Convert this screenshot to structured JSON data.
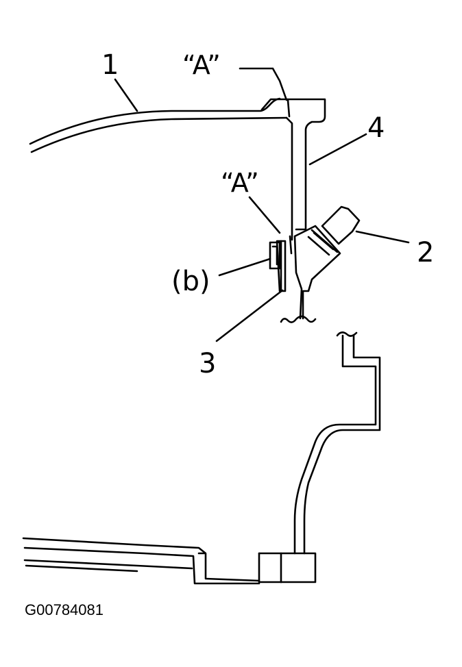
{
  "labels": {
    "part_1": "1",
    "part_2": "2",
    "part_3": "3",
    "part_4": "4",
    "point_a_top": "“A”",
    "point_a_mid": "“A”",
    "part_b": "(b)"
  },
  "figure_code": "G00784081"
}
